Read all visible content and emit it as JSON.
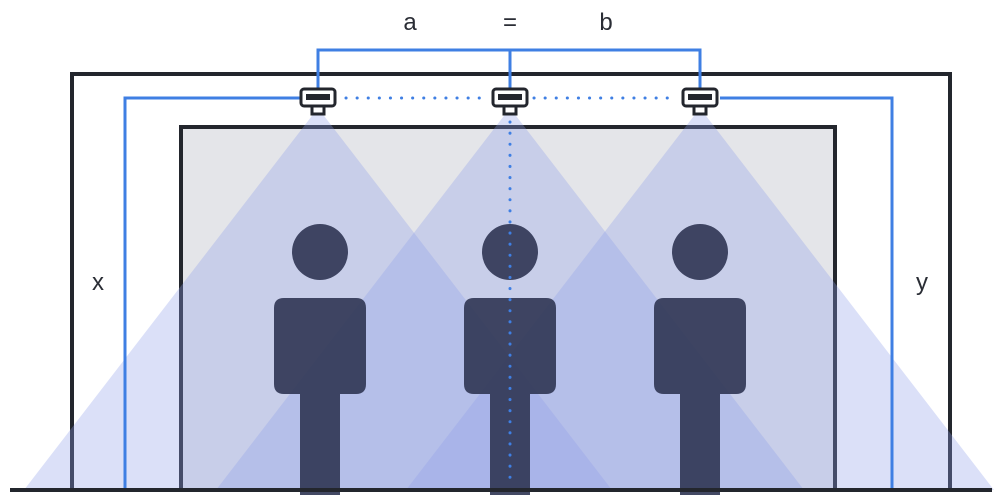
{
  "labels": {
    "a": "a",
    "equals": "=",
    "b": "b",
    "x": "x",
    "y": "y"
  },
  "colors": {
    "frame": "#23262d",
    "measure_line": "#3f7fe3",
    "back_wall": "#e4e5e9",
    "beam": "#8f9ee8",
    "person": "#2f3553",
    "sensor_body": "#23262d",
    "text": "#2a2d35"
  },
  "people": 3,
  "sensors": 3
}
